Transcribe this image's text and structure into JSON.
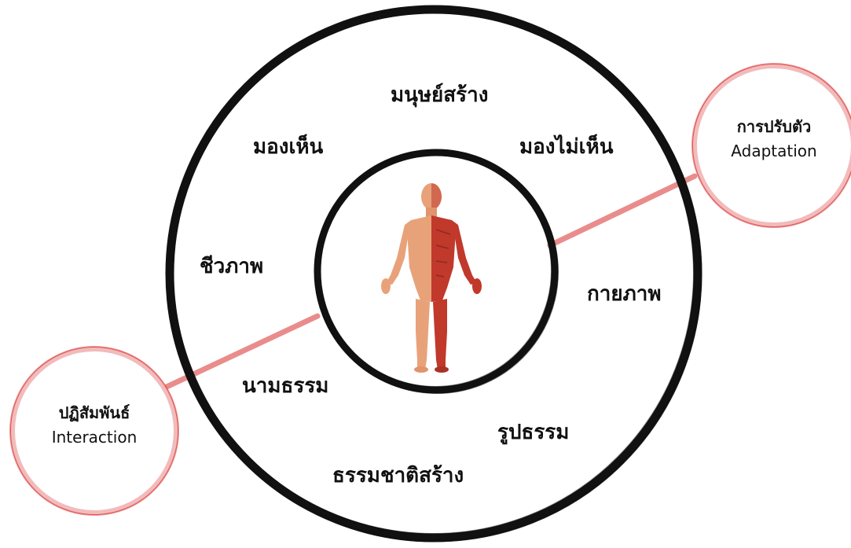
{
  "outer_ring": {
    "top_label": "มนุษย์สร้าง",
    "bottom_label": "ธรรมชาติสร้าง"
  },
  "labels": {
    "visible": "มองเห็น",
    "invisible": "มองไม่เห็น",
    "biological": "ชีวภาพ",
    "physical": "กายภาพ",
    "abstract": "นามธรรม",
    "concrete": "รูปธรรม"
  },
  "badges": {
    "adaptation": {
      "thai": "การปรับตัว",
      "english": "Adaptation"
    },
    "interaction": {
      "thai": "ปฏิสัมพันธ์",
      "english": "Interaction"
    }
  },
  "colors": {
    "ring": "#111111",
    "badge_outline": "#e05555",
    "connector": "#e88080",
    "skin": "#e8a27a",
    "muscle": "#c0392b"
  },
  "center_image": "human-anatomy-figure"
}
